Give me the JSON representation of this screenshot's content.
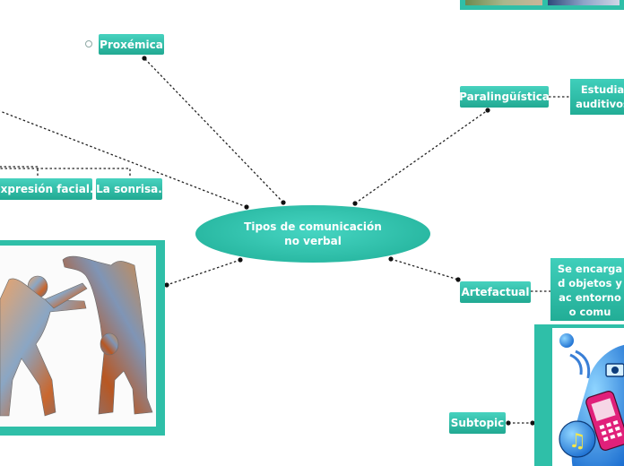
{
  "central_topic": "Tipos de comunicación no verbal",
  "topics": {
    "proxemica": "Proxémica",
    "paralinguistica": "Paralingüística",
    "artefactual": "Artefactual",
    "subtopic": "Subtopic",
    "expresion_facial": "expresión facial.",
    "sonrisa": "La sonrisa."
  },
  "descriptions": {
    "paralinguistica": "Estudia auditivos",
    "artefactual": "Se encarga d objetos y ac entorno o comu"
  },
  "colors": {
    "node_top": "#47d2bf",
    "node_bottom": "#21a992",
    "link": "#222222",
    "image_frame": "#2fbfa8"
  },
  "images": {
    "dancers": "silhouette-figures-image",
    "devices": "mobile-devices-clipart"
  }
}
